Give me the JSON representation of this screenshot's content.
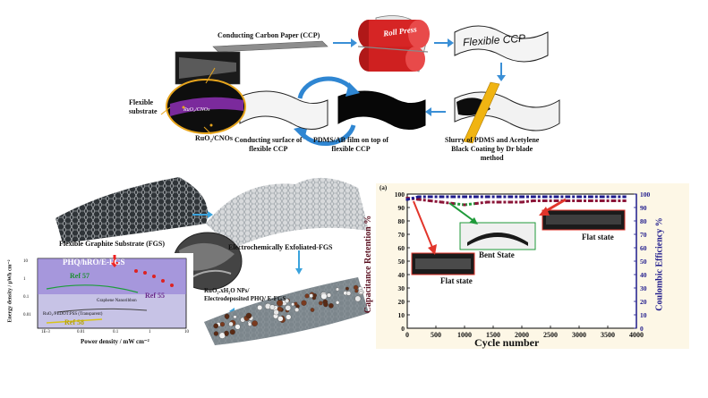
{
  "top": {
    "ccp_label": "Conducting Carbon Paper (CCP)",
    "roll_press": "Roll Press",
    "flexible_ccp": "Flexible CCP",
    "flexible_substrate": "Flexible\nsubstrate",
    "ruo2_cnos": "RuO₂/CNOs",
    "conducting_surface": "Conducting surface of\nflexible CCP",
    "pdms_film": "PDMS/AB film on top of\nflexible CCP",
    "slurry": "Slurry of PDMS and Acetylene\nBlack Coating by Dr blade\nmethod",
    "strip_text": "RuO₂/CNOs"
  },
  "left": {
    "fgs": "Flexible Graphite Substrate (FGS)",
    "efgs": "Electrochemically  Exfoliated-FGS",
    "np_line1": "RuO₂.xH₂O NPs/",
    "np_line2": "Electrodeposited PHQ/ E-FGS",
    "ragone": {
      "title": "PHQ/hRO/E-FGS",
      "ref57": "Ref 57",
      "ref55": "Ref 55",
      "ref58": "Ref 58",
      "ylabel": "Energy density / μWh cm⁻²",
      "xlabel": "Power density / mW cm⁻²",
      "xticks": [
        "1E-3",
        "0.01",
        "0.1",
        "1",
        "10"
      ],
      "yticks": [
        "10",
        "1",
        "0.1",
        "0.01"
      ],
      "annotation1": "Graphene Nanoribbon",
      "annotation2": "RuO₂/PEDOT:PSS (Transparent)"
    }
  },
  "right": {
    "panel_tag": "(a)",
    "flat_state_1": "Flat state",
    "bent_state": "Bent State",
    "flat_state_2": "Flat state"
  },
  "colors": {
    "blue_arrow": "#3a8fd6",
    "retention": "#8b1538",
    "efficiency": "#1f1b8c",
    "green_seg": "#1f9a3a",
    "red_arrow": "#e2352b",
    "axis_blue": "#1f1b8c",
    "plot_bg": "#fdf7e6"
  },
  "chart_data": {
    "type": "line",
    "xlabel": "Cycle number",
    "ylabel": "Capacitance Retention %",
    "y2label": "Coulombic Efficiency %",
    "xlim": [
      0,
      4000
    ],
    "ylim": [
      0,
      100
    ],
    "y2lim": [
      0,
      100
    ],
    "xticks": [
      0,
      500,
      1000,
      1500,
      2000,
      2500,
      3000,
      3500,
      4000
    ],
    "yticks": [
      0,
      10,
      20,
      30,
      40,
      50,
      60,
      70,
      80,
      90,
      100
    ],
    "y2ticks": [
      0,
      10,
      20,
      30,
      40,
      50,
      60,
      70,
      80,
      90,
      100
    ],
    "series": [
      {
        "x": [
          0,
          200,
          400,
          600,
          800,
          1000,
          1200,
          1400,
          1600,
          1800,
          2000,
          2200,
          2400,
          2600,
          2800,
          3000,
          3200,
          3400,
          3600,
          3800
        ],
        "values": [
          97,
          96,
          95,
          94,
          93,
          92,
          93,
          94,
          94,
          94,
          94,
          95,
          95,
          95,
          95,
          95,
          95,
          95,
          95,
          95
        ]
      },
      {
        "x": [
          0,
          200,
          400,
          600,
          800,
          1000,
          1200,
          1400,
          1600,
          1800,
          2000,
          2200,
          2400,
          2600,
          2800,
          3000,
          3200,
          3400,
          3600,
          3800
        ],
        "values": [
          96,
          98,
          98,
          98,
          98,
          98,
          98,
          98,
          98,
          98,
          98,
          98,
          98,
          98,
          98,
          98,
          98,
          98,
          98,
          98
        ]
      }
    ],
    "highlight_x": [
      750,
      1250
    ]
  }
}
